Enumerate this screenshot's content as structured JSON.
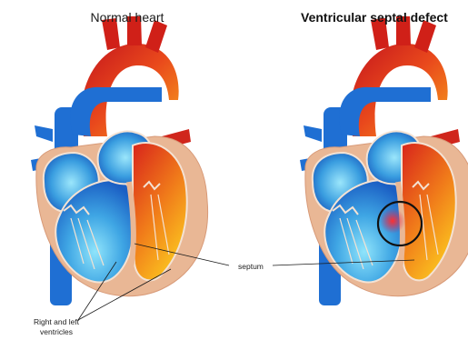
{
  "titles": {
    "normal": "Normal heart",
    "defect": "Ventricular septal defect"
  },
  "labels": {
    "septum": "septum",
    "ventricles_line1": "Right and left",
    "ventricles_line2": "ventricles"
  },
  "colors": {
    "blood_oxygenated": "#e8401a",
    "blood_deoxygenated": "#1b6fd1",
    "muscle": "#e9b795",
    "lumen_light": "#7fd3f0",
    "defect_marker": "#111111"
  }
}
